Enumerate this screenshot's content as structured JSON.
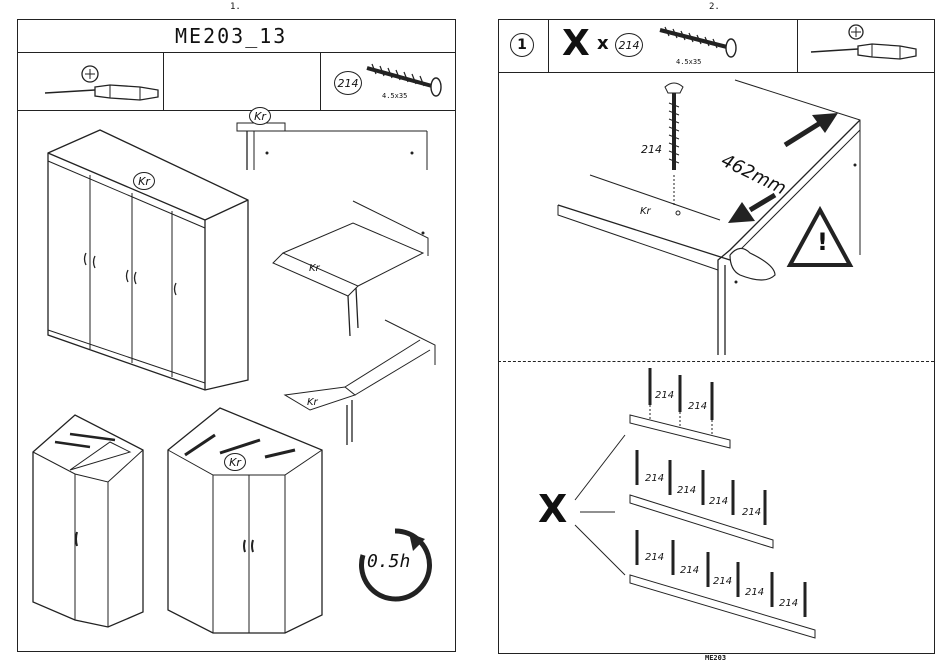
{
  "page_left": {
    "page_number": "1.",
    "model_code": "ME203_13",
    "screw_part": "214",
    "screw_size": "4.5x35",
    "top_label": "Kr",
    "wardrobe_label": "Kr",
    "top_detail_label": "Kr",
    "corner_detail_label": "Kr",
    "corner_unit_label": "Kr",
    "time_label": "0.5h"
  },
  "page_right": {
    "page_number": "2.",
    "step_number": "1",
    "quantity_symbol": "X",
    "times_symbol": "x",
    "screw_part": "214",
    "screw_size": "4.5x35",
    "dimension": "462mm",
    "screw_label": "214",
    "top_label": "Kr",
    "warning_symbol": "!",
    "options_symbol": "X",
    "strip_labels_1": [
      "214",
      "214"
    ],
    "strip_labels_2": [
      "214",
      "214",
      "214",
      "214"
    ],
    "strip_labels_3": [
      "214",
      "214",
      "214",
      "214",
      "214"
    ],
    "footer_code": "ME203"
  }
}
